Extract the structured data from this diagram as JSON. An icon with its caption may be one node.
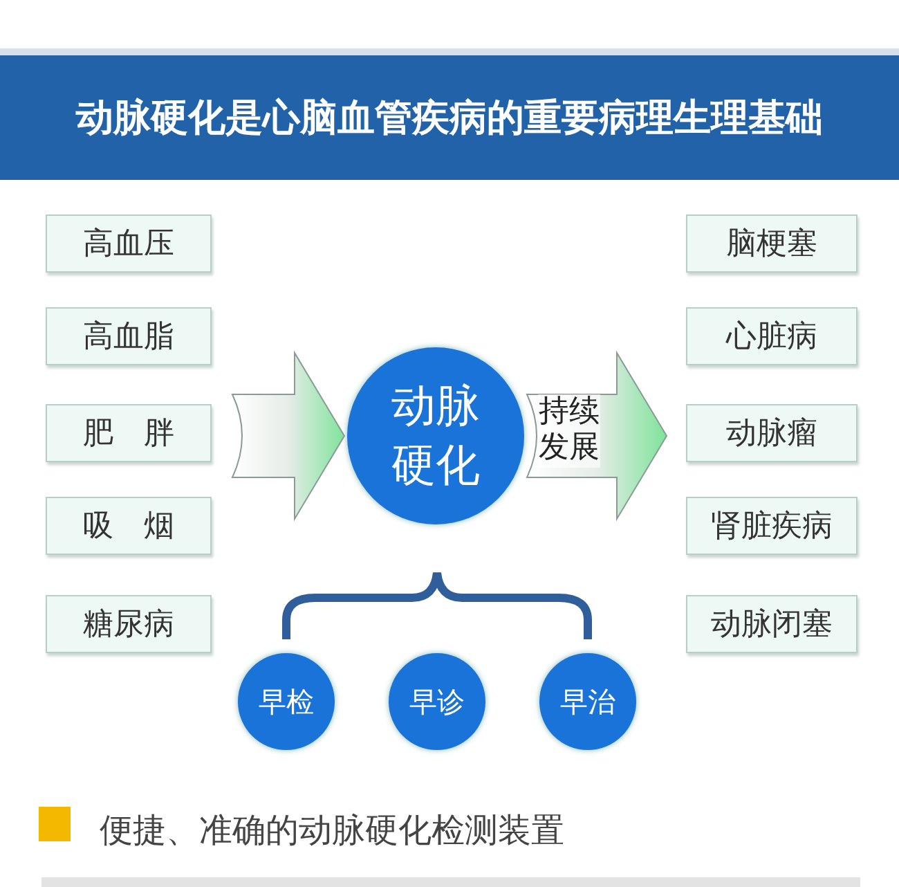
{
  "diagram": {
    "title": "动脉硬化是心脑血管疾病的重要病理生理基础",
    "nodes": [
      {
        "text": [
          "高血压"
        ]
      },
      {
        "text": [
          "高血脂"
        ]
      },
      {
        "text": [
          "肥　胖"
        ]
      },
      {
        "text": [
          "吸　烟"
        ]
      },
      {
        "text": [
          "糖尿病"
        ]
      },
      {
        "text": [
          "动脉硬化"
        ]
      },
      {
        "text": [
          "脑梗塞"
        ]
      },
      {
        "text": [
          "心脏病"
        ]
      },
      {
        "text": [
          "动脉瘤"
        ]
      },
      {
        "text": [
          "肾脏疾病"
        ]
      },
      {
        "text": [
          "动脉闭塞"
        ]
      },
      {
        "text": [
          "早检"
        ]
      },
      {
        "text": [
          "早诊"
        ]
      },
      {
        "text": [
          "早治"
        ]
      }
    ],
    "edges": [
      {
        "from": null,
        "to": 5,
        "arrow": "to"
      },
      {
        "from": 5,
        "to": null,
        "arrow": "to",
        "label": "持续发展"
      }
    ],
    "labels": [
      "便捷、准确的动脉硬化检测装置"
    ]
  }
}
